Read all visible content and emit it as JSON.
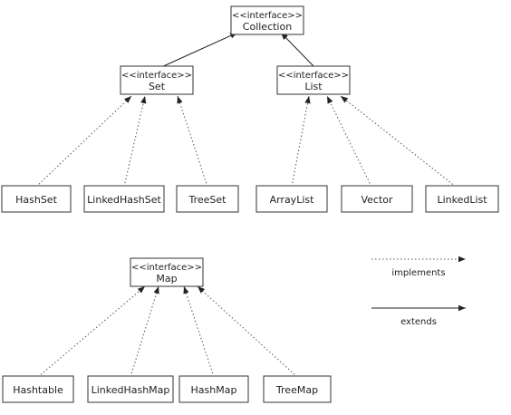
{
  "nodes": {
    "collection": {
      "stereotype": "<<interface>>",
      "name": "Collection"
    },
    "set": {
      "stereotype": "<<interface>>",
      "name": "Set"
    },
    "list": {
      "stereotype": "<<interface>>",
      "name": "List"
    },
    "map": {
      "stereotype": "<<interface>>",
      "name": "Map"
    },
    "hashset": {
      "name": "HashSet"
    },
    "linkedhashset": {
      "name": "LinkedHashSet"
    },
    "treeset": {
      "name": "TreeSet"
    },
    "arraylist": {
      "name": "ArrayList"
    },
    "vector": {
      "name": "Vector"
    },
    "linkedlist": {
      "name": "LinkedList"
    },
    "hashtable": {
      "name": "Hashtable"
    },
    "linkedhashmap": {
      "name": "LinkedHashMap"
    },
    "hashmap": {
      "name": "HashMap"
    },
    "treemap": {
      "name": "TreeMap"
    }
  },
  "legend": {
    "implements": "implements",
    "extends": "extends"
  },
  "colors": {
    "line": "#222222",
    "dotted_line": "#555555",
    "box_border": "#333333"
  }
}
